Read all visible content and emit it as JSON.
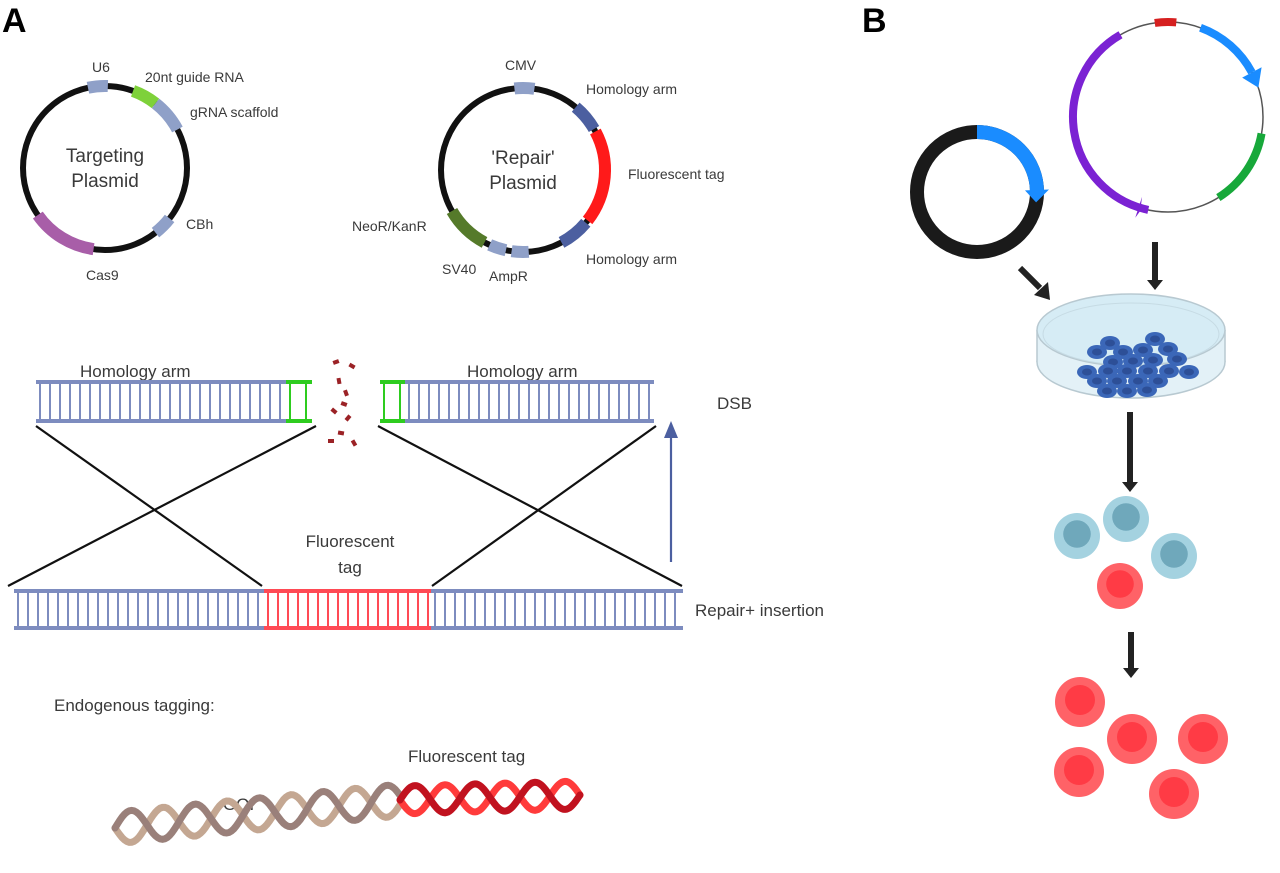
{
  "figure": {
    "panels": [
      {
        "id": "A",
        "label": "A"
      },
      {
        "id": "B",
        "label": "B"
      }
    ],
    "panel_a": {
      "targeting_plasmid": {
        "title_line1": "Targeting",
        "title_line2": "Plasmid",
        "features": [
          {
            "name": "U6",
            "color": "#8fa0c8"
          },
          {
            "name": "20nt guide RNA",
            "color": "#7ed13a"
          },
          {
            "name": "gRNA scaffold",
            "color": "#8fa0c8"
          },
          {
            "name": "CBh",
            "color": "#8fa0c8"
          },
          {
            "name": "Cas9",
            "color": "#a85ea8"
          }
        ]
      },
      "repair_plasmid": {
        "title_line1": "'Repair'",
        "title_line2": "Plasmid",
        "features": [
          {
            "name": "CMV",
            "color": "#8fa0c8"
          },
          {
            "name": "Homology arm",
            "color": "#4c5fa0"
          },
          {
            "name": "Fluorescent tag",
            "color": "#ff1a1a"
          },
          {
            "name": "Homology arm",
            "color": "#4c5fa0"
          },
          {
            "name": "AmpR",
            "color": "#8fa0c8"
          },
          {
            "name": "SV40",
            "color": "#8fa0c8"
          },
          {
            "name": "NeoR/KanR",
            "color": "#557a2a"
          }
        ]
      },
      "dsb": {
        "left_arm_label": "Homology arm",
        "right_arm_label": "Homology arm",
        "side_label": "DSB",
        "dna_color": "#7d8cbf",
        "cut_color": "#2ecc1f",
        "fragment_color": "#9b2226"
      },
      "repair": {
        "insert_label_line1": "Fluorescent",
        "insert_label_line2": "tag",
        "side_label": "Repair+ insertion",
        "insert_color": "#ff4a55"
      },
      "endogenous": {
        "heading": "Endogenous tagging:",
        "gene_label": "GOI",
        "tag_label": "Fluorescent tag",
        "gene_colors": [
          "#c4a792",
          "#9a807a"
        ],
        "tag_colors": [
          "#ff3b3b",
          "#c1121f"
        ]
      }
    },
    "panel_b": {
      "plasmid_small": {
        "backbone_color": "#1a1a1a",
        "insert_color": "#1a8cff"
      },
      "plasmid_large": {
        "colors": [
          "#7b22d3",
          "#1a8cff",
          "#17a83a",
          "#d62020"
        ]
      },
      "dish": {
        "colony_color": "#3b67b8",
        "media_color": "#d6ecf5"
      },
      "mixed_cells": {
        "unlabeled_count": 3,
        "labeled_count": 1,
        "unlabeled_color": "#9fd0de",
        "labeled_color": "#ff5a5f"
      },
      "sorted_cells": {
        "labeled_count": 5,
        "labeled_color": "#ff5a5f"
      }
    }
  }
}
